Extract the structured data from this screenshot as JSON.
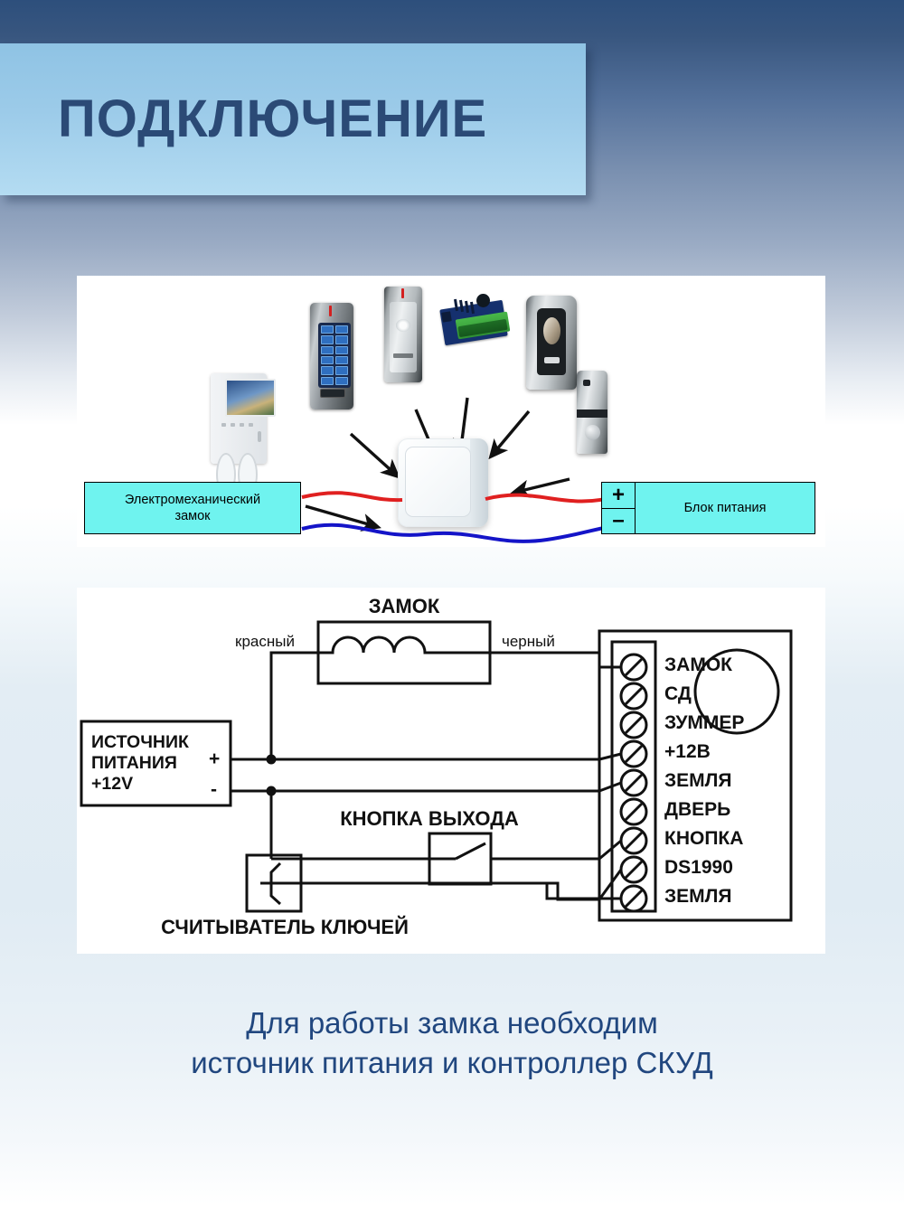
{
  "header": {
    "title": "ПОДКЛЮЧЕНИЕ",
    "banner_color": "#9ccbe9",
    "title_color": "#2b4a76"
  },
  "overview": {
    "panel_name": "connection-overview",
    "devices": [
      {
        "id": "keypad-reader",
        "name": "Кодонаборная панель"
      },
      {
        "id": "card-reader",
        "name": "Считыватель карт"
      },
      {
        "id": "controller-board",
        "name": "Контроллер СКУД"
      },
      {
        "id": "fingerprint-reader",
        "name": "Биометрический считыватель"
      },
      {
        "id": "call-panel",
        "name": "Вызывная панель"
      },
      {
        "id": "video-intercom",
        "name": "Видеодомофон"
      }
    ],
    "center_device": {
      "id": "electromechanical-lock",
      "name": "Электромеханический замок"
    },
    "lock_label": "Электромеханический\nзамок",
    "lock_label_line1": "Электромеханический",
    "lock_label_line2": "замок",
    "power_label": "Блок питания",
    "power_plus": "+",
    "power_minus": "–",
    "wire_red": "#e02020",
    "wire_blue": "#1414c8",
    "box_fill": "#6ff3ef"
  },
  "schematic": {
    "panel_name": "wiring-schematic",
    "lock_title": "ЗАМОК",
    "wire_red_label": "красный",
    "wire_black_label": "черный",
    "power_source": {
      "line1": "ИСТОЧНИК",
      "line2": "ПИТАНИЯ",
      "line3": "+12V",
      "plus": "+",
      "minus": "-"
    },
    "exit_button_title": "КНОПКА ВЫХОДА",
    "key_reader_title": "СЧИТЫВАТЕЛЬ КЛЮЧЕЙ",
    "terminals": [
      {
        "index": 1,
        "label": "ЗАМОК",
        "connected": true
      },
      {
        "index": 2,
        "label": "СД",
        "connected": false
      },
      {
        "index": 3,
        "label": "ЗУММЕР",
        "connected": false
      },
      {
        "index": 4,
        "label": "+12В",
        "connected": true
      },
      {
        "index": 5,
        "label": "ЗЕМЛЯ",
        "connected": true
      },
      {
        "index": 6,
        "label": "ДВЕРЬ",
        "connected": false
      },
      {
        "index": 7,
        "label": "КНОПКА",
        "connected": true
      },
      {
        "index": 8,
        "label": "DS1990",
        "connected": true
      },
      {
        "index": 9,
        "label": "ЗЕМЛЯ",
        "connected": true
      }
    ]
  },
  "caption": {
    "line1": "Для работы замка необходим",
    "line2": "источник питания и контроллер СКУД",
    "color": "#21477f"
  }
}
